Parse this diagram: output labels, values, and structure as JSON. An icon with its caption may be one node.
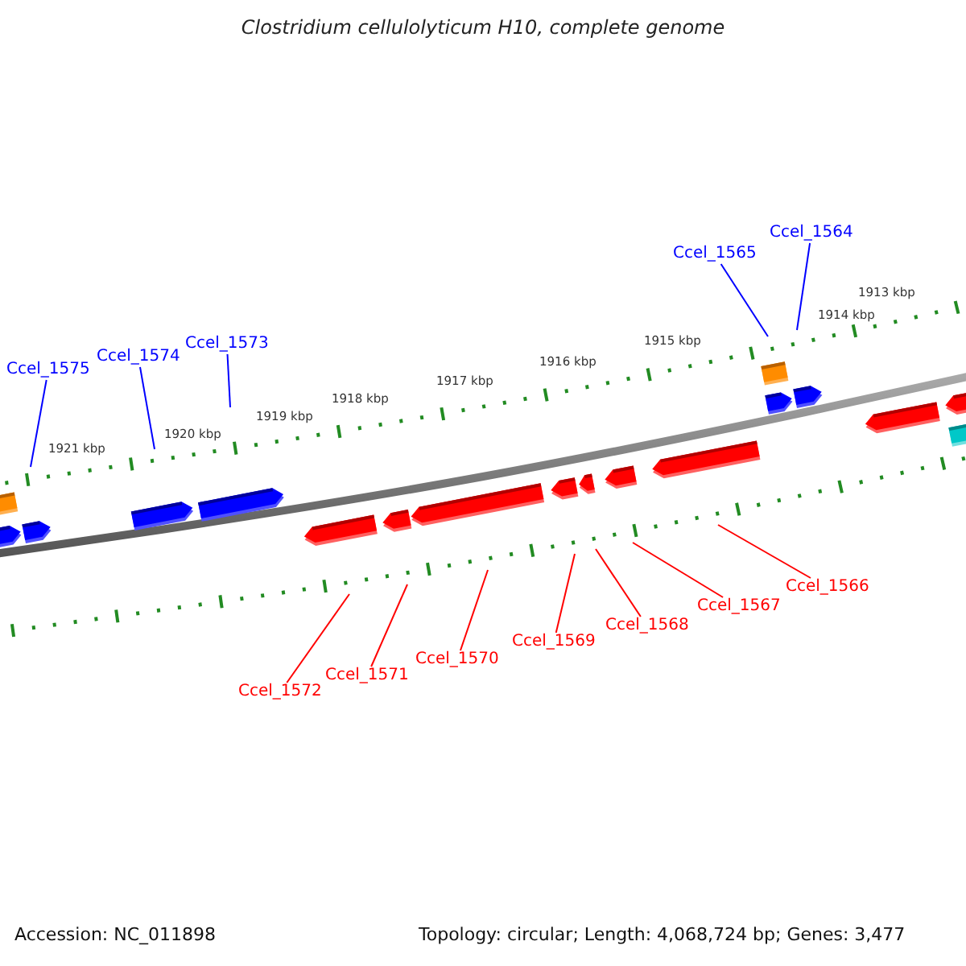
{
  "diagram": {
    "title": "Clostridium cellulolyticum H10, complete genome",
    "nodes": [
      {
        "text": [
          "Ccel_1564"
        ]
      },
      {
        "text": [
          "Ccel_1565"
        ]
      },
      {
        "text": [
          "Ccel_1573"
        ]
      },
      {
        "text": [
          "Ccel_1574"
        ]
      },
      {
        "text": [
          "Ccel_1575"
        ]
      },
      {
        "text": [
          "Ccel_1566"
        ]
      },
      {
        "text": [
          "Ccel_1567"
        ]
      },
      {
        "text": [
          "Ccel_1568"
        ]
      },
      {
        "text": [
          "Ccel_1569"
        ]
      },
      {
        "text": [
          "Ccel_1570"
        ]
      },
      {
        "text": [
          "Ccel_1571"
        ]
      },
      {
        "text": [
          "Ccel_1572"
        ]
      }
    ],
    "edges": [
      {
        "from": 0,
        "to": null,
        "arrow": "none",
        "color": "#0000ff"
      },
      {
        "from": 1,
        "to": null,
        "arrow": "none",
        "color": "#0000ff"
      },
      {
        "from": 2,
        "to": null,
        "arrow": "none",
        "color": "#0000ff"
      },
      {
        "from": 3,
        "to": null,
        "arrow": "none",
        "color": "#0000ff"
      },
      {
        "from": 4,
        "to": null,
        "arrow": "none",
        "color": "#0000ff"
      },
      {
        "from": 5,
        "to": null,
        "arrow": "none"
      },
      {
        "from": 6,
        "to": null,
        "arrow": "none"
      },
      {
        "from": 7,
        "to": null,
        "arrow": "none"
      },
      {
        "from": 8,
        "to": null,
        "arrow": "none"
      },
      {
        "from": 9,
        "to": null,
        "arrow": "none"
      },
      {
        "from": 10,
        "to": null,
        "arrow": "none"
      },
      {
        "from": 11,
        "to": null,
        "arrow": "none"
      }
    ],
    "labels": [
      "1913 kbp",
      "1914 kbp",
      "1915 kbp",
      "1916 kbp",
      "1917 kbp",
      "1918 kbp",
      "1919 kbp",
      "1920 kbp",
      "1921 kbp",
      "Accession: NC_011898",
      "Topology: circular; Length: 4,068,724 bp; Genes: 3,477"
    ]
  }
}
